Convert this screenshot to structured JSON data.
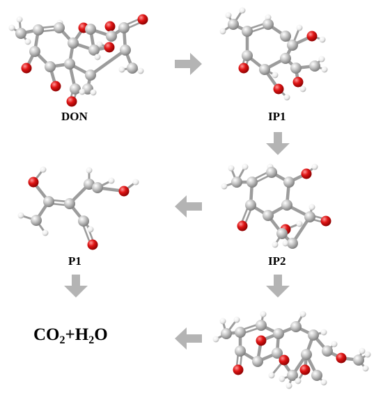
{
  "labels": {
    "don": "DON",
    "ip1": "IP1",
    "ip2": "IP2",
    "p1": "P1",
    "final": {
      "p1": "CO",
      "s1": "2",
      "p2": "+H",
      "s2": "2",
      "p3": "O"
    }
  },
  "colors": {
    "carbon": "#b8b8b8",
    "oxygen": "#e11818",
    "hydrogen": "#f2f2f2",
    "bond": "#9c9c9c",
    "arrow": "#b4b4b4",
    "text": "#000000"
  },
  "icons": {
    "arrow_right": "arrow-right-icon",
    "arrow_down": "arrow-down-icon",
    "arrow_left": "arrow-left-icon"
  }
}
